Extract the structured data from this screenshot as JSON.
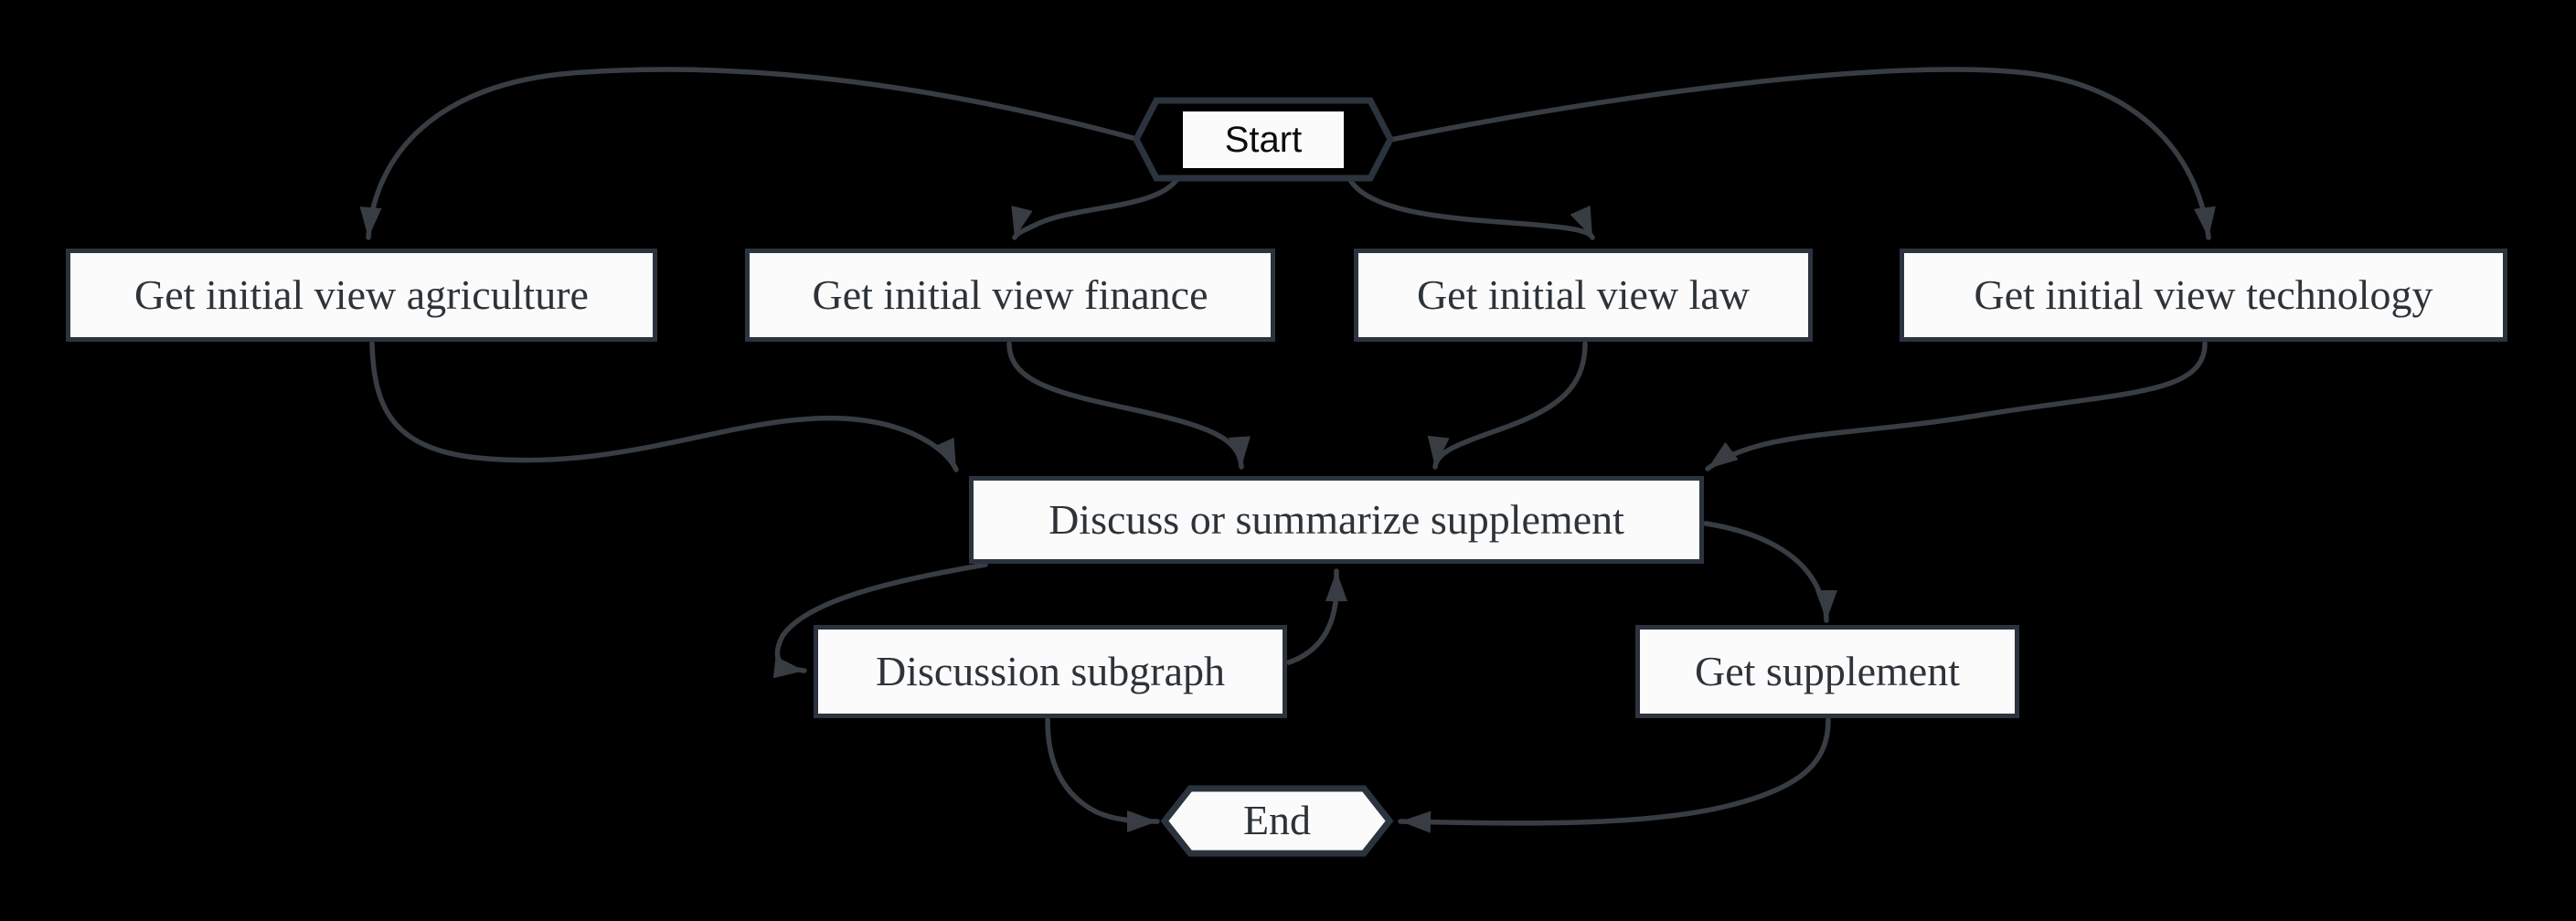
{
  "diagram": {
    "type": "flowchart",
    "direction": "top-down",
    "colors": {
      "background": "#000000",
      "node_fill": "#fbfbfb",
      "node_border": "#2b333e",
      "edge": "#383d44",
      "text": "#2d3338"
    },
    "nodes": {
      "start": {
        "label": "Start",
        "shape": "hexagon"
      },
      "agriculture": {
        "label": "Get initial view agriculture",
        "shape": "rectangle"
      },
      "finance": {
        "label": "Get initial view finance",
        "shape": "rectangle"
      },
      "law": {
        "label": "Get initial view law",
        "shape": "rectangle"
      },
      "technology": {
        "label": "Get initial view technology",
        "shape": "rectangle"
      },
      "discuss": {
        "label": "Discuss or summarize supplement",
        "shape": "rectangle"
      },
      "discussion_subgraph": {
        "label": "Discussion subgraph",
        "shape": "rectangle"
      },
      "get_supplement": {
        "label": "Get supplement",
        "shape": "rectangle"
      },
      "end": {
        "label": "End",
        "shape": "hexagon"
      }
    },
    "edges": [
      {
        "from": "start",
        "to": "agriculture"
      },
      {
        "from": "start",
        "to": "finance"
      },
      {
        "from": "start",
        "to": "law"
      },
      {
        "from": "start",
        "to": "technology"
      },
      {
        "from": "agriculture",
        "to": "discuss"
      },
      {
        "from": "finance",
        "to": "discuss"
      },
      {
        "from": "law",
        "to": "discuss"
      },
      {
        "from": "technology",
        "to": "discuss"
      },
      {
        "from": "discuss",
        "to": "discussion_subgraph"
      },
      {
        "from": "discussion_subgraph",
        "to": "discuss"
      },
      {
        "from": "discuss",
        "to": "get_supplement"
      },
      {
        "from": "discussion_subgraph",
        "to": "end"
      },
      {
        "from": "get_supplement",
        "to": "end"
      }
    ]
  }
}
